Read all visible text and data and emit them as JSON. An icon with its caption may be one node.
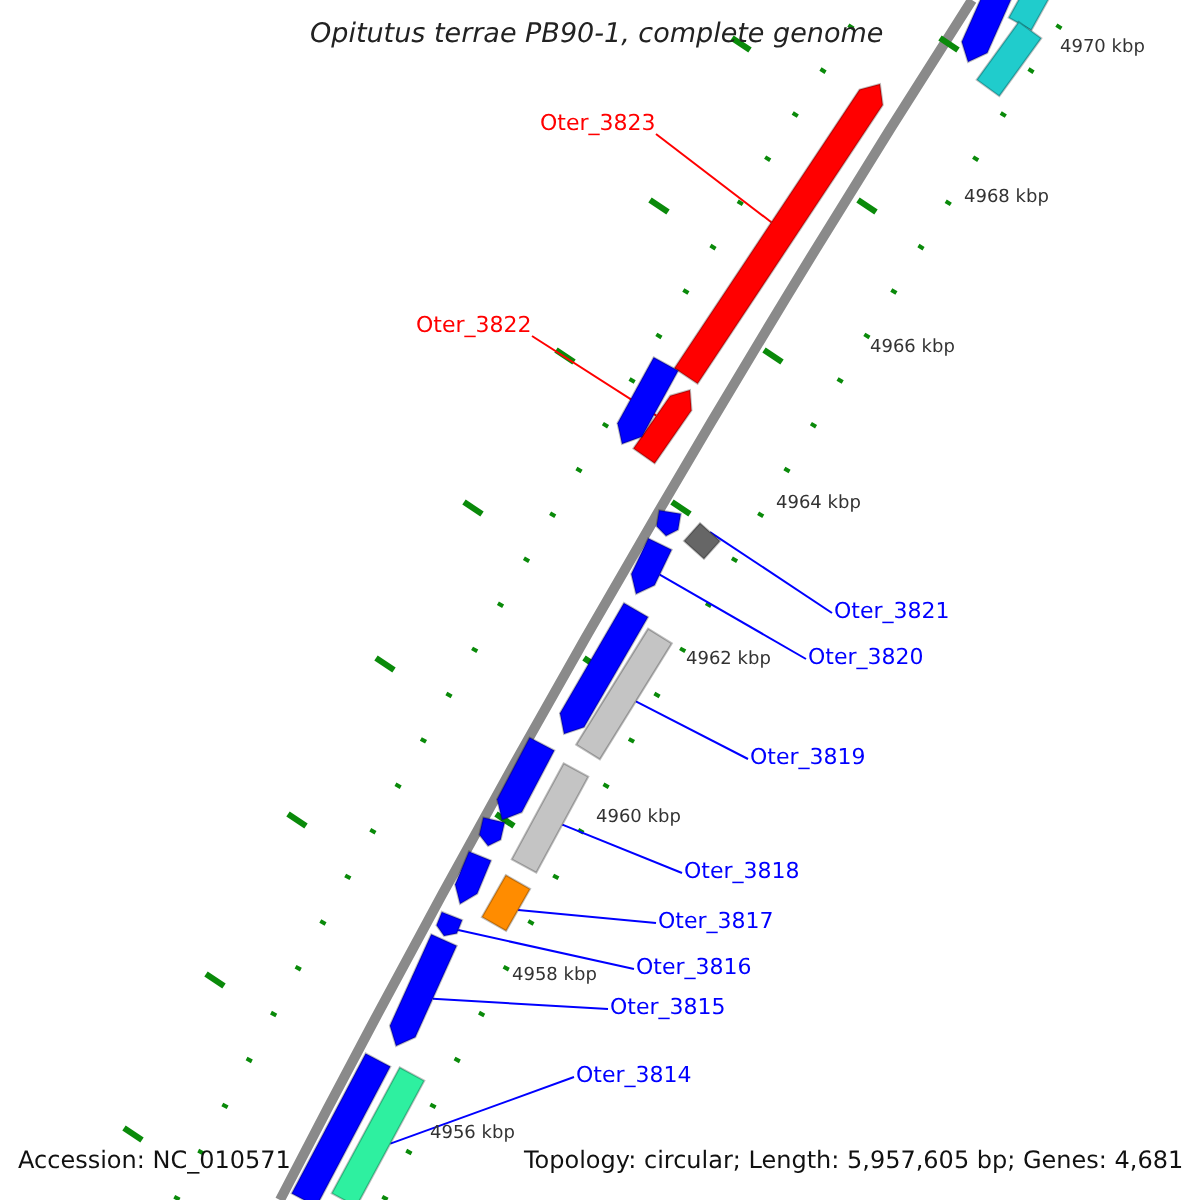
{
  "diagram": {
    "title": "Opitutus terrae PB90-1, complete genome",
    "nodes": [
      {
        "text": [
          "Oter_3823"
        ]
      },
      {
        "text": [],
        "shape": "bar"
      },
      {
        "text": [
          "Oter_3822"
        ]
      },
      {
        "text": [],
        "shape": "bar"
      },
      {
        "text": [
          "Oter_3821"
        ]
      },
      {
        "text": [],
        "shape": "bar"
      },
      {
        "text": [
          "Oter_3820"
        ]
      },
      {
        "text": [],
        "shape": "bar"
      },
      {
        "text": [
          "Oter_3819"
        ]
      },
      {
        "text": [],
        "shape": "bar"
      },
      {
        "text": [
          "Oter_3818"
        ]
      },
      {
        "text": [],
        "shape": "bar"
      },
      {
        "text": [
          "Oter_3817"
        ]
      },
      {
        "text": [],
        "shape": "bar"
      },
      {
        "text": [
          "Oter_3816"
        ]
      },
      {
        "text": [],
        "shape": "bar"
      },
      {
        "text": [
          "Oter_3815"
        ]
      },
      {
        "text": [],
        "shape": "bar"
      },
      {
        "text": [
          "Oter_3814"
        ]
      },
      {
        "text": [],
        "shape": "bar"
      },
      {
        "text": [],
        "shape": "bar"
      },
      {
        "text": [],
        "shape": "bar"
      },
      {
        "text": [],
        "shape": "bar"
      },
      {
        "text": [],
        "shape": "bar"
      },
      {
        "text": [],
        "shape": "bar"
      },
      {
        "text": [],
        "shape": "bar"
      },
      {
        "text": [],
        "shape": "bar"
      },
      {
        "text": [],
        "shape": "bar"
      },
      {
        "text": [],
        "shape": "bar"
      },
      {
        "text": [],
        "shape": "bar"
      }
    ],
    "edges": [
      {
        "from": 0,
        "to": 1,
        "arrow": "none",
        "color": "#ff0000"
      },
      {
        "from": 2,
        "to": 3,
        "arrow": "none",
        "color": "#ff0000"
      },
      {
        "from": 4,
        "to": 5,
        "arrow": "none"
      },
      {
        "from": 6,
        "to": 7,
        "arrow": "none"
      },
      {
        "from": 8,
        "to": 9,
        "arrow": "none"
      },
      {
        "from": 10,
        "to": 11,
        "arrow": "none"
      },
      {
        "from": 12,
        "to": 13,
        "arrow": "none"
      },
      {
        "from": 14,
        "to": 15,
        "arrow": "none"
      },
      {
        "from": 16,
        "to": 17,
        "arrow": "none"
      },
      {
        "from": 18,
        "to": 19,
        "arrow": "none"
      }
    ],
    "labels": [
      "4970 kbp",
      "4968 kbp",
      "4966 kbp",
      "4964 kbp",
      "4962 kbp",
      "4960 kbp",
      "4958 kbp",
      "4956 kbp",
      "Accession: NC_010571",
      "Topology: circular; Length: 5,957,605 bp; Genes: 4,681"
    ]
  }
}
